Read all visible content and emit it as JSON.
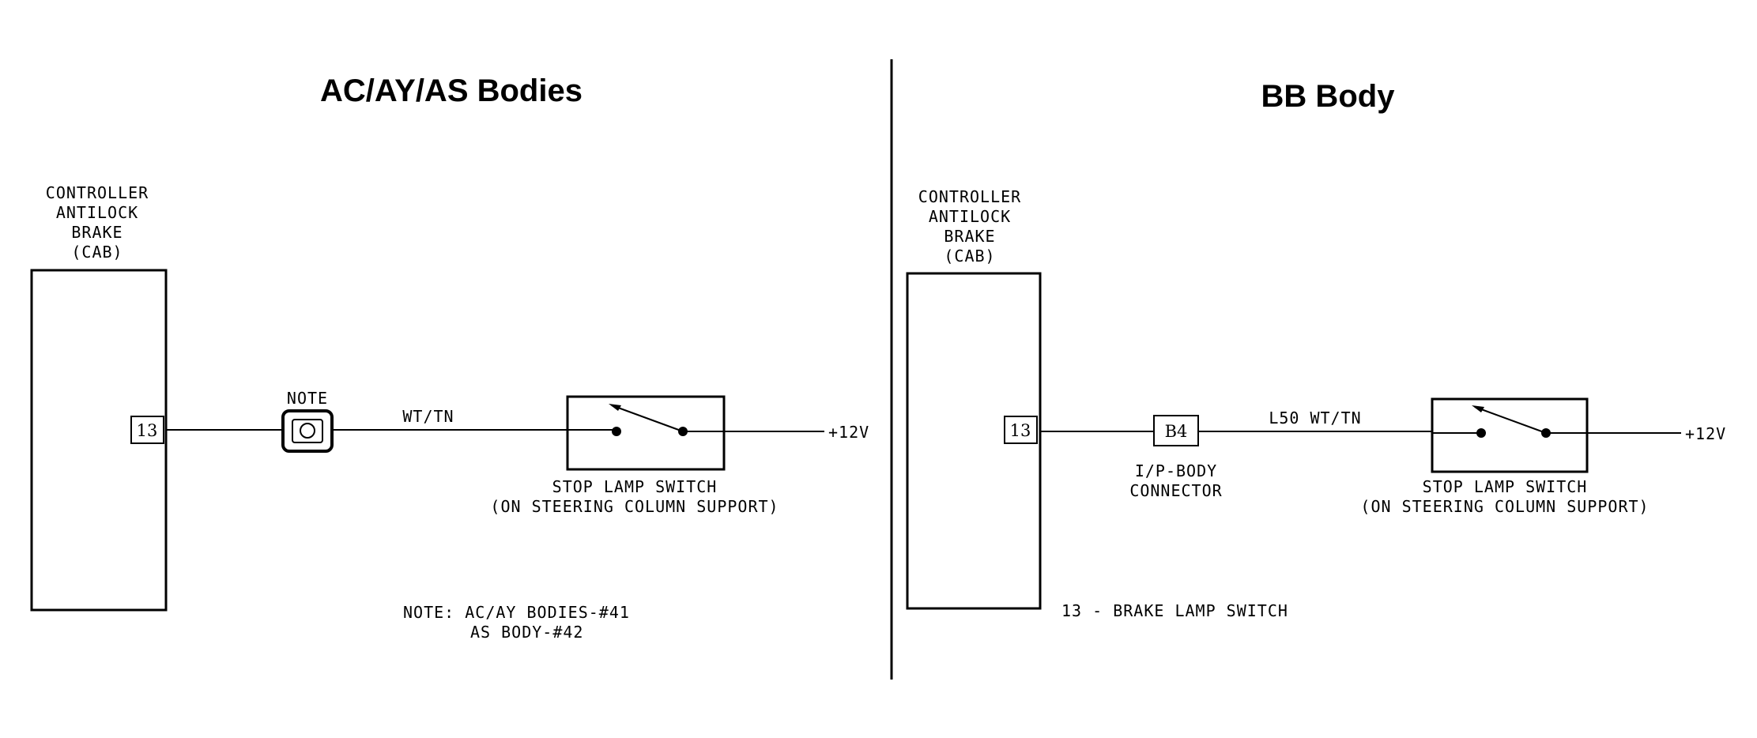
{
  "left": {
    "title": "AC/AY/AS Bodies",
    "controller": [
      "CONTROLLER",
      "ANTILOCK",
      "BRAKE",
      "(CAB)"
    ],
    "pin": "13",
    "note_tag": "NOTE",
    "wire_label": "WT/TN",
    "voltage": "+12V",
    "switch_label": [
      "STOP LAMP SWITCH",
      "(ON STEERING COLUMN SUPPORT)"
    ],
    "note_text": [
      "NOTE: AC/AY BODIES-#41",
      "AS BODY-#42"
    ]
  },
  "right": {
    "title": "BB Body",
    "controller": [
      "CONTROLLER",
      "ANTILOCK",
      "BRAKE",
      "(CAB)"
    ],
    "pin": "13",
    "connector_id": "B4",
    "connector_label": [
      "I/P-BODY",
      "CONNECTOR"
    ],
    "wire_label": "L50 WT/TN",
    "voltage": "+12V",
    "switch_label": [
      "STOP LAMP SWITCH",
      "(ON STEERING COLUMN SUPPORT)"
    ],
    "pin_note": "13 - BRAKE LAMP SWITCH"
  }
}
